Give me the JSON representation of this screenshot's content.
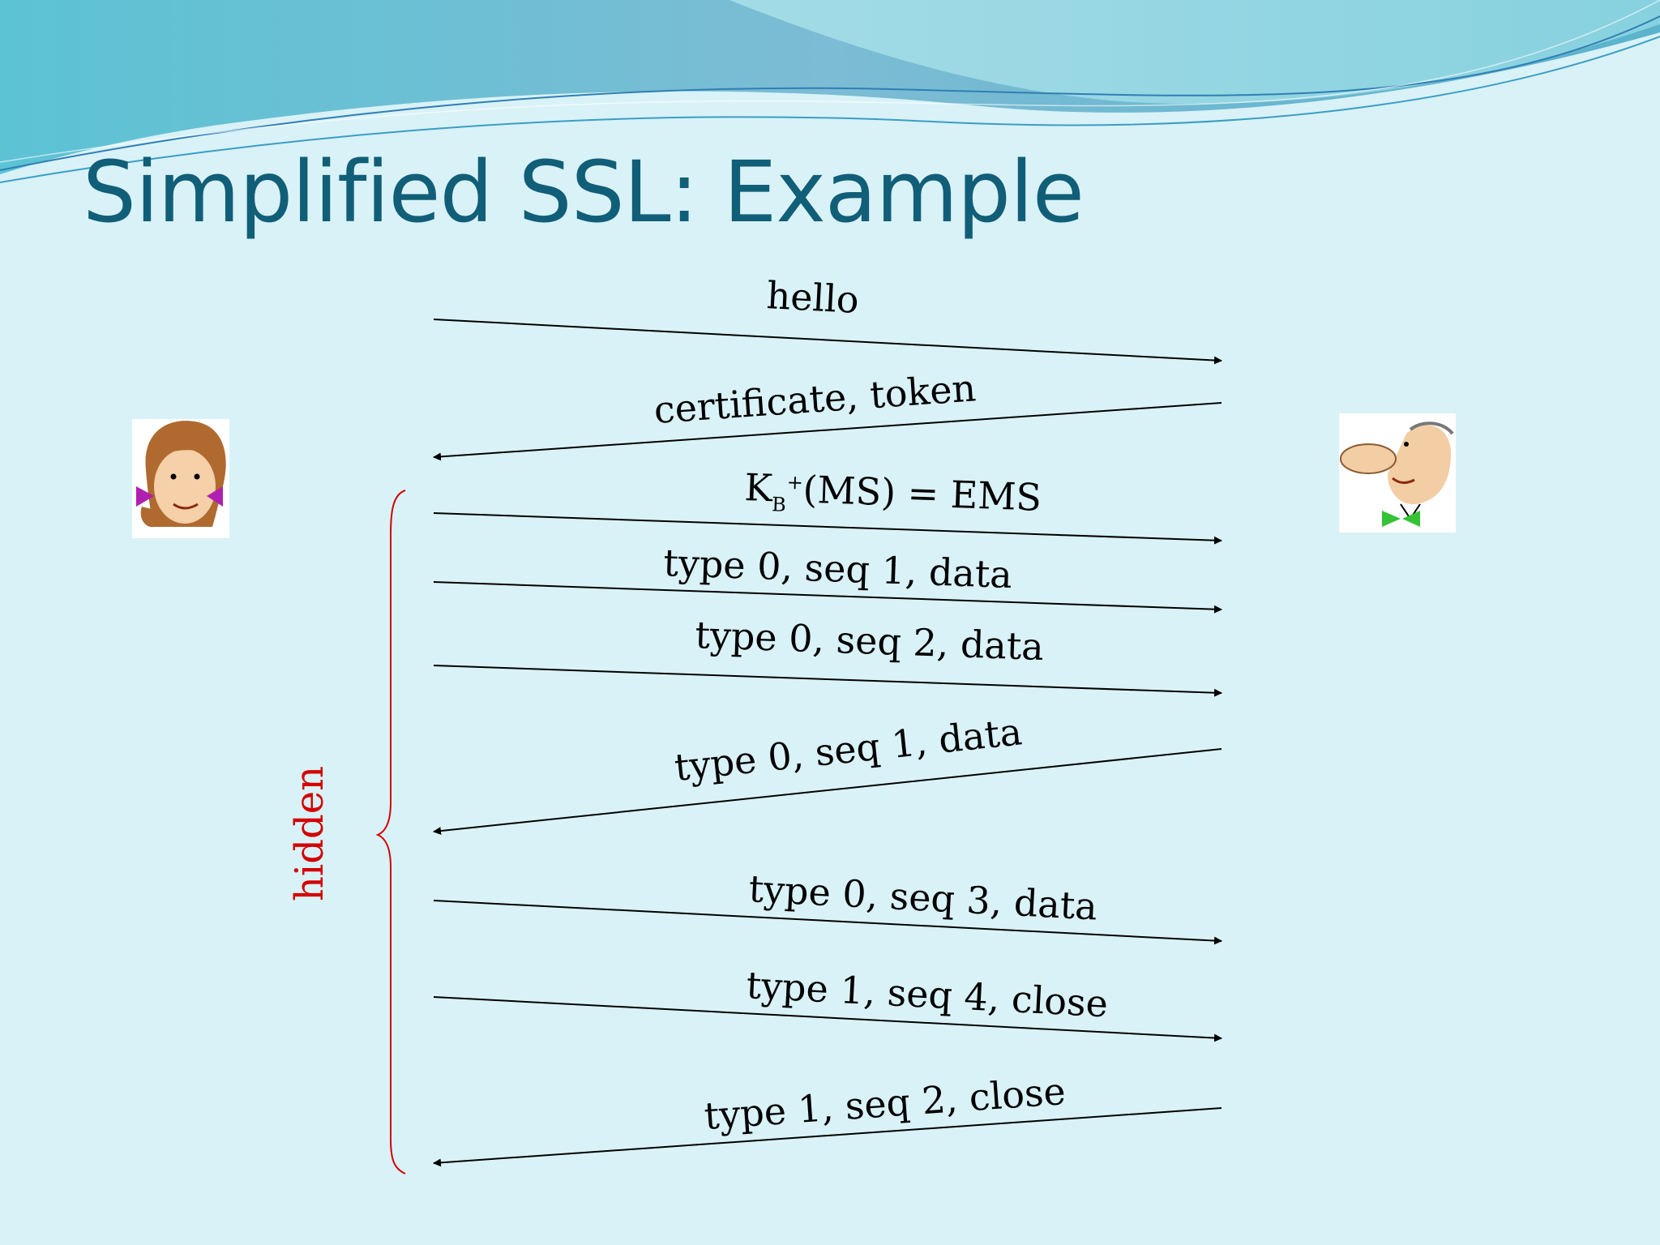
{
  "slide": {
    "title": "Simplified SSL: Example"
  },
  "colors": {
    "background": "#d9f2f7",
    "title": "#115e78",
    "arrow": "#000000",
    "hidden_brace": "#d40000"
  },
  "participants": {
    "left": {
      "icon": "alice-face-icon"
    },
    "right": {
      "icon": "bob-face-icon"
    }
  },
  "messages": [
    {
      "label": "hello",
      "direction": "left-to-right"
    },
    {
      "label": "certificate, token",
      "direction": "right-to-left"
    },
    {
      "label_main": "K",
      "label_sub": "B",
      "label_sup": "+",
      "label_rest": "(MS) = EMS",
      "direction": "left-to-right"
    },
    {
      "label": "type 0, seq 1, data",
      "direction": "left-to-right"
    },
    {
      "label": "type 0, seq 2, data",
      "direction": "left-to-right"
    },
    {
      "label": "type 0, seq 1, data",
      "direction": "right-to-left"
    },
    {
      "label": "type 0, seq 3, data",
      "direction": "left-to-right"
    },
    {
      "label": "type 1, seq 4, close",
      "direction": "left-to-right"
    },
    {
      "label": "type 1, seq 2, close",
      "direction": "right-to-left"
    }
  ],
  "hidden_group": {
    "label": "hidden"
  }
}
